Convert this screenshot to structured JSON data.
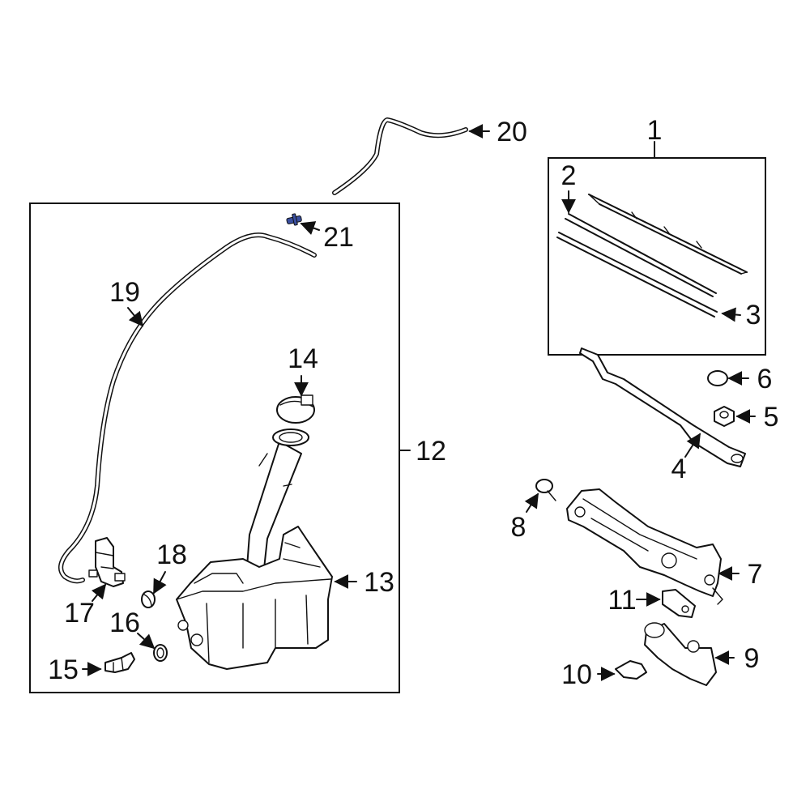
{
  "callouts": {
    "c1": "1",
    "c2": "2",
    "c3": "3",
    "c4": "4",
    "c5": "5",
    "c6": "6",
    "c7": "7",
    "c8": "8",
    "c9": "9",
    "c10": "10",
    "c11": "11",
    "c12": "12",
    "c13": "13",
    "c14": "14",
    "c15": "15",
    "c16": "16",
    "c17": "17",
    "c18": "18",
    "c19": "19",
    "c20": "20",
    "c21": "21"
  },
  "colors": {
    "line": "#111111",
    "background": "#ffffff",
    "accent_part21": "#3a4fa0"
  }
}
